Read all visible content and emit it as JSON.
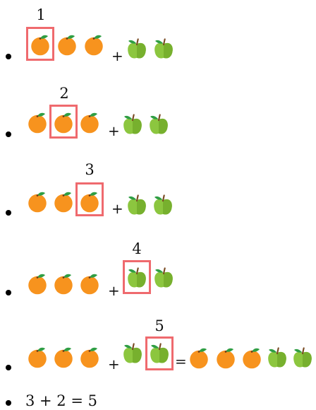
{
  "steps": [
    {
      "number": "1",
      "op": "+"
    },
    {
      "number": "2",
      "op": "+"
    },
    {
      "number": "3",
      "op": "+"
    },
    {
      "number": "4",
      "op": "+"
    },
    {
      "number": "5",
      "op": "+",
      "equals": "="
    }
  ],
  "result_text": "3 + 2 = 5",
  "colors": {
    "orange": "#f7931e",
    "apple": "#8cc63f",
    "highlight": "#ef6a6e"
  },
  "icons": {
    "orange": "orange-icon",
    "apple": "apple-icon"
  }
}
